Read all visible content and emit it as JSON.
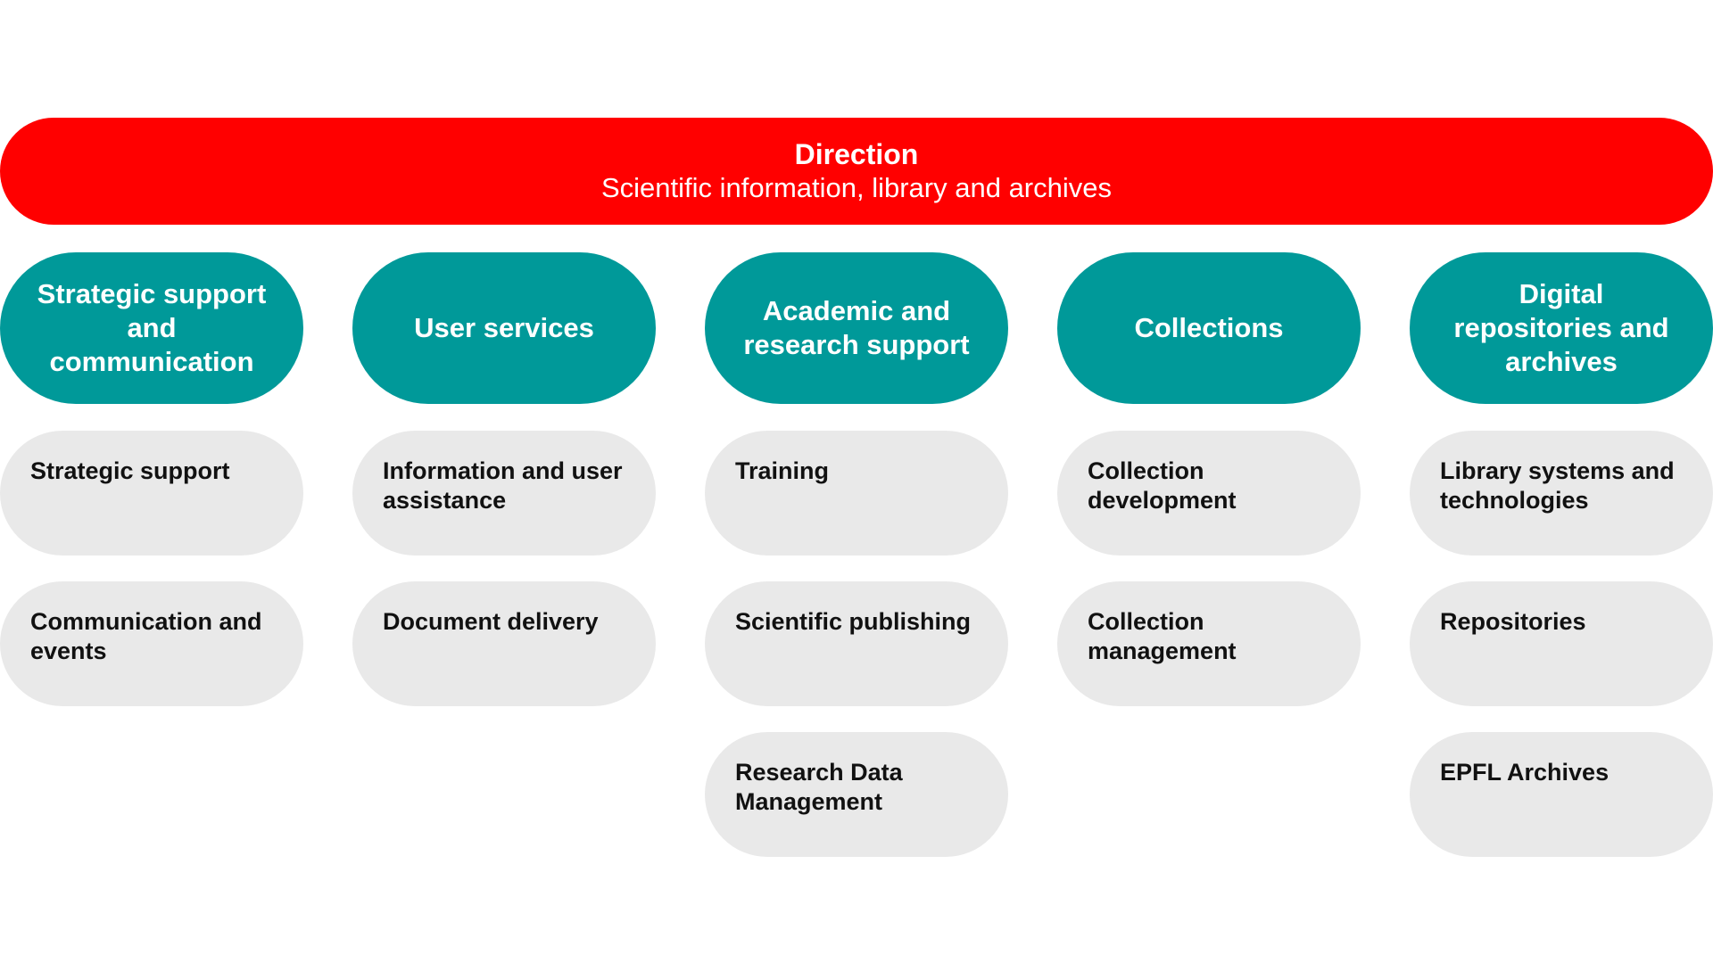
{
  "direction": {
    "title": "Direction",
    "subtitle": "Scientific information, library and archives"
  },
  "departments": [
    {
      "name": "Strategic support and communication",
      "units": [
        "Strategic support",
        "Communication and events"
      ]
    },
    {
      "name": "User services",
      "units": [
        "Information and user assistance",
        "Document delivery"
      ]
    },
    {
      "name": "Academic and research support",
      "units": [
        "Training",
        "Scientific publishing",
        "Research Data Management"
      ]
    },
    {
      "name": "Collections",
      "units": [
        "Collection development",
        "Collection management"
      ]
    },
    {
      "name": "Digital repositories and archives",
      "units": [
        "Library systems and technologies",
        "Repositories",
        "EPFL Archives"
      ]
    }
  ],
  "colors": {
    "direction": "#ff0000",
    "department": "#009999",
    "unit": "#e9e9e9",
    "text_light": "#ffffff",
    "text_dark": "#111111"
  }
}
